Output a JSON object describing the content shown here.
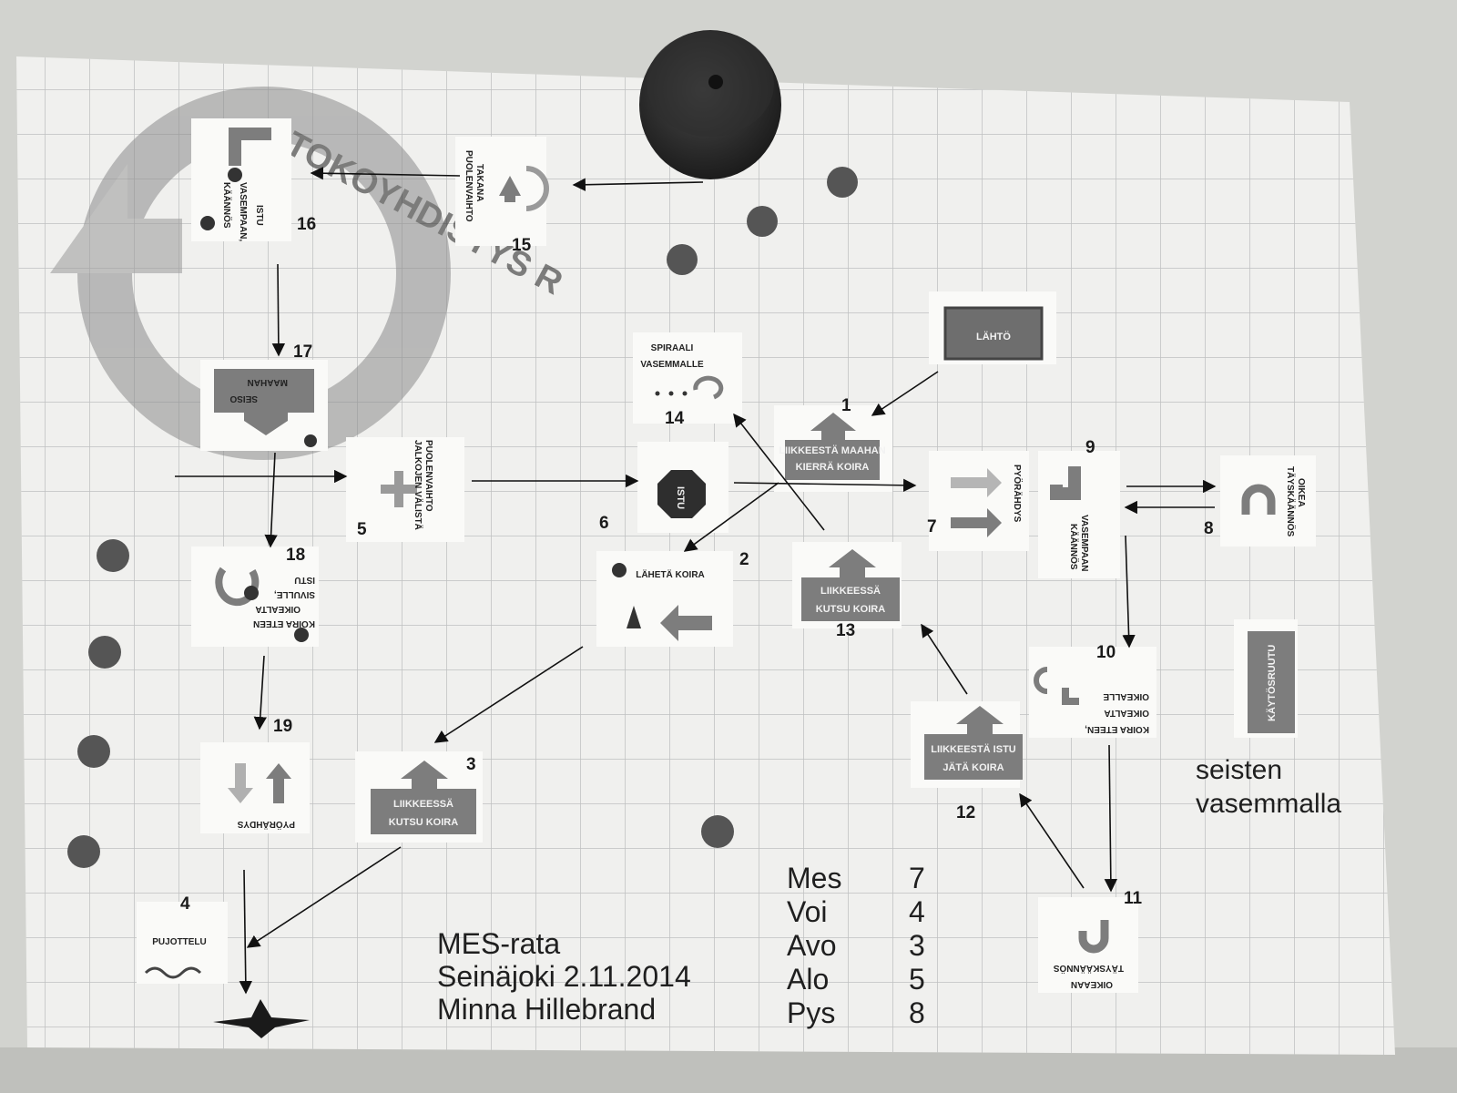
{
  "course": {
    "title": "MES-rata",
    "place_date": "Seinäjoki 2.11.2014",
    "author": "Minna Hillebrand",
    "note_line1": "seisten",
    "note_line2": "vasemmalla",
    "logo_text": "-TOKOYHDISTYS R"
  },
  "counts": [
    {
      "label": "Mes",
      "value": "7"
    },
    {
      "label": "Voi",
      "value": "4"
    },
    {
      "label": "Avo",
      "value": "3"
    },
    {
      "label": "Alo",
      "value": "5"
    },
    {
      "label": "Pys",
      "value": "8"
    }
  ],
  "signs": {
    "start": "LÄHTÖ",
    "s1_line1": "LIIKKEESTÄ MAAHAN",
    "s1_line2": "KIERRÄ KOIRA",
    "s2": "LÄHETÄ KOIRA",
    "s3_line1": "LIIKKEESSÄ",
    "s3_line2": "KUTSU KOIRA",
    "s4": "PUJOTTELU",
    "s5_line1": "PUOLENVAIHTO",
    "s5_line2": "JALKOJEN VÄLISTÄ",
    "s6": "ISTU",
    "s7": "PYÖRÄHDYS",
    "s8_line1": "OIKEA",
    "s8_line2": "TÄYSKÄÄNNÖS",
    "s9_line1": "KÄÄNNÖS",
    "s9_line2": "VASEMPAAN",
    "s10_line1": "KOIRA ETEEN,",
    "s10_line2": "OIKEALTA",
    "s10_line3": "OIKEALLE",
    "s11_line1": "TÄYSKÄÄNNÖS",
    "s11_line2": "OIKEAAN",
    "s12_line1": "LIIKKEESTÄ ISTU",
    "s12_line2": "JÄTÄ KOIRA",
    "s13_line1": "LIIKKEESSÄ",
    "s13_line2": "KUTSU KOIRA",
    "s14_line1": "SPIRAALI",
    "s14_line2": "VASEMMALLE",
    "s15_line1": "PUOLENVAIHTO",
    "s15_line2": "TAKANA",
    "s16_line1": "KÄÄNNÖS",
    "s16_line2": "VASEMPAAN,",
    "s16_line3": "ISTU",
    "s17_line1": "SEISO",
    "s17_line2": "MAAHAN",
    "s18_line1": "KOIRA ETEEN",
    "s18_line2": "OIKEALTA",
    "s18_line3": "SIVULLE,",
    "s18_line4": "ISTU",
    "s19": "PYÖRÄHDYS",
    "utility": "KÄYTÖSRUUTU"
  },
  "numbers": [
    "1",
    "2",
    "3",
    "4",
    "5",
    "6",
    "7",
    "8",
    "9",
    "10",
    "11",
    "12",
    "13",
    "14",
    "15",
    "16",
    "17",
    "18",
    "19"
  ],
  "colors": {
    "sign_gray": "#7d7d7d",
    "start_box": "#6e6e6e",
    "paper": "#f0f0ee",
    "grid": "#b9bbbb",
    "dot": "#444444",
    "magnet": "#2a2a2a"
  }
}
